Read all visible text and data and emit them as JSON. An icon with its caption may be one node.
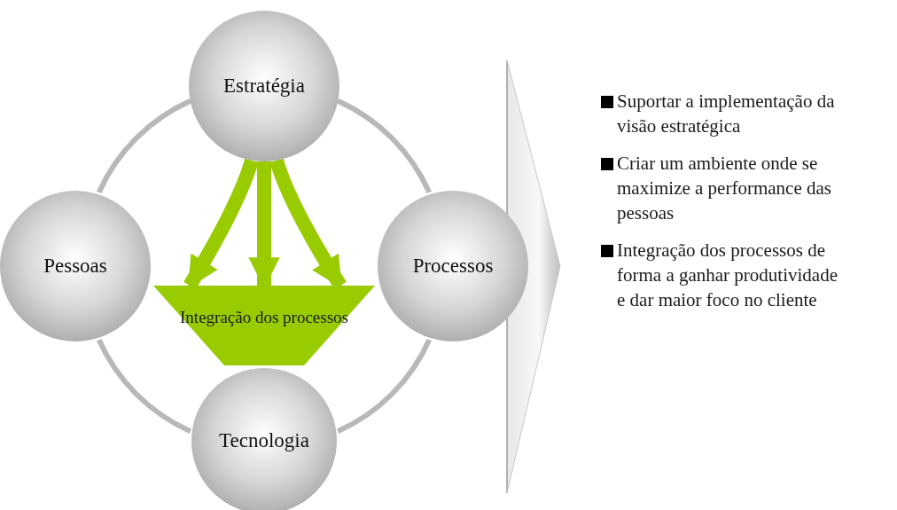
{
  "diagram": {
    "nodes": [
      {
        "text": [
          "Estratégia"
        ]
      },
      {
        "text": [
          "Pessoas"
        ]
      },
      {
        "text": [
          "Processos"
        ]
      },
      {
        "text": [
          "Integração dos processos"
        ]
      },
      {
        "text": [
          "Tecnologia"
        ]
      }
    ],
    "edges": [
      {
        "from": 0,
        "to": 3,
        "arrow": "to",
        "style": "thick",
        "color": "#99cc00"
      },
      {
        "from": 0,
        "to": 3,
        "arrow": "to",
        "style": "thick",
        "color": "#99cc00"
      },
      {
        "from": 0,
        "to": 3,
        "arrow": "to",
        "style": "thick",
        "color": "#99cc00"
      },
      {
        "from": 0,
        "to": 2,
        "arrow": "none"
      },
      {
        "from": 2,
        "to": 4,
        "arrow": "none"
      },
      {
        "from": 4,
        "to": 1,
        "arrow": "none"
      },
      {
        "from": 1,
        "to": 0,
        "arrow": "none"
      }
    ],
    "labels": [
      "Suportar a implementação da visão estratégica",
      "Criar um ambiente onde se maximize a performance das pessoas",
      "Integração dos processos de forma a ganhar produtividade e dar maior foco no cliente"
    ]
  }
}
